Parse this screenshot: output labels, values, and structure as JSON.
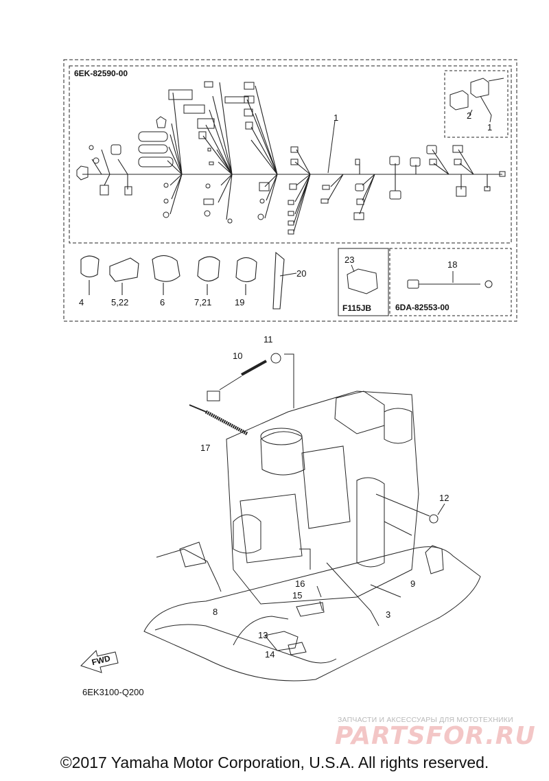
{
  "kit_codes": {
    "harness": "6EK-82590-00",
    "lead": "6DA-82553-00",
    "box": "F115JB"
  },
  "callouts": {
    "c1": "1",
    "c1b": "1",
    "c2": "2",
    "c4": "4",
    "c5_22": "5,22",
    "c6": "6",
    "c7_21": "7,21",
    "c19": "19",
    "c20": "20",
    "c23": "23",
    "c18": "18",
    "c11": "11",
    "c10": "10",
    "c17": "17",
    "c12": "12",
    "c16": "16",
    "c15": "15",
    "c9": "9",
    "c3": "3",
    "c8": "8",
    "c13": "13",
    "c14": "14"
  },
  "fwd_label": "FWD",
  "figure_ref": "6EK3100-Q200",
  "watermark": {
    "tagline": "ЗАПЧАСТИ И АКСЕССУАРЫ ДЛЯ МОТОТЕХНИКИ",
    "logo": "PARTSFOR.RU"
  },
  "copyright": "©2017 Yamaha Motor Corporation, U.S.A. All rights reserved."
}
